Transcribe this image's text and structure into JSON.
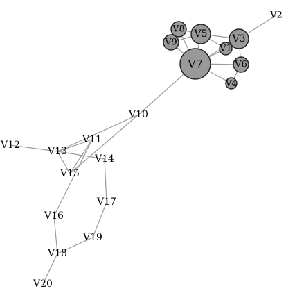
{
  "graph": {
    "vertices": [
      {
        "id": "V1",
        "label": "V1",
        "circle": true
      },
      {
        "id": "V2",
        "label": "V2",
        "circle": false
      },
      {
        "id": "V3",
        "label": "V3",
        "circle": true
      },
      {
        "id": "V4",
        "label": "V4",
        "circle": true
      },
      {
        "id": "V5",
        "label": "V5",
        "circle": true
      },
      {
        "id": "V6",
        "label": "V6",
        "circle": true
      },
      {
        "id": "V7",
        "label": "V7",
        "circle": true
      },
      {
        "id": "V8",
        "label": "V8",
        "circle": true
      },
      {
        "id": "V9",
        "label": "V9",
        "circle": true
      },
      {
        "id": "V10",
        "label": "V10",
        "circle": false
      },
      {
        "id": "V11",
        "label": "V11",
        "circle": false
      },
      {
        "id": "V12",
        "label": "V12",
        "circle": false
      },
      {
        "id": "V13",
        "label": "V13",
        "circle": false
      },
      {
        "id": "V14",
        "label": "V14",
        "circle": false
      },
      {
        "id": "V15",
        "label": "V15",
        "circle": false
      },
      {
        "id": "V16",
        "label": "V16",
        "circle": false
      },
      {
        "id": "V17",
        "label": "V17",
        "circle": false
      },
      {
        "id": "V18",
        "label": "V18",
        "circle": false
      },
      {
        "id": "V19",
        "label": "V19",
        "circle": false
      },
      {
        "id": "V20",
        "label": "V20",
        "circle": false
      }
    ],
    "edges": [
      [
        "V2",
        "V3"
      ],
      [
        "V3",
        "V5"
      ],
      [
        "V3",
        "V1"
      ],
      [
        "V3",
        "V7"
      ],
      [
        "V3",
        "V6"
      ],
      [
        "V5",
        "V8"
      ],
      [
        "V5",
        "V9"
      ],
      [
        "V5",
        "V7"
      ],
      [
        "V5",
        "V1"
      ],
      [
        "V8",
        "V9"
      ],
      [
        "V8",
        "V7"
      ],
      [
        "V9",
        "V7"
      ],
      [
        "V1",
        "V7"
      ],
      [
        "V7",
        "V6"
      ],
      [
        "V7",
        "V4"
      ],
      [
        "V6",
        "V4"
      ],
      [
        "V7",
        "V10"
      ],
      [
        "V10",
        "V13"
      ],
      [
        "V10",
        "V15"
      ],
      [
        "V12",
        "V13"
      ],
      [
        "V13",
        "V11"
      ],
      [
        "V13",
        "V14"
      ],
      [
        "V13",
        "V15"
      ],
      [
        "V11",
        "V15"
      ],
      [
        "V11",
        "V16"
      ],
      [
        "V14",
        "V17"
      ],
      [
        "V17",
        "V19"
      ],
      [
        "V19",
        "V18"
      ],
      [
        "V16",
        "V18"
      ],
      [
        "V18",
        "V20"
      ]
    ]
  }
}
